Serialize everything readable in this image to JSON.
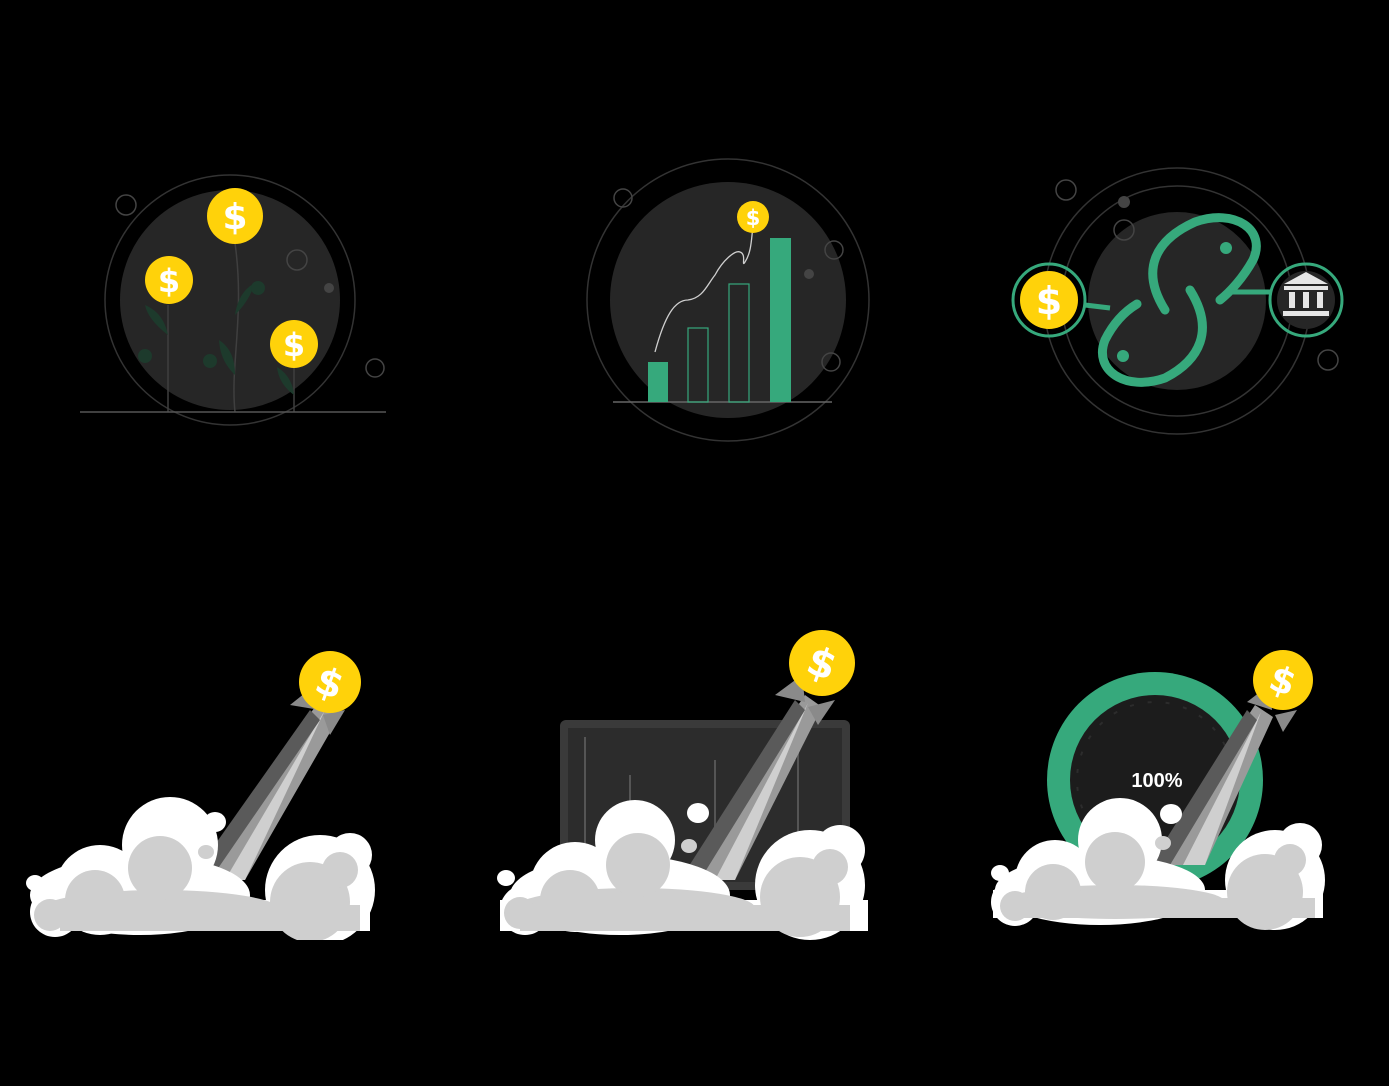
{
  "colors": {
    "background": "#000000",
    "coin": "#ffd20a",
    "coin_text": "#ffffff",
    "accent_green": "#36a97c",
    "disc": "#262626",
    "ring": "#3a3a3a",
    "cloud": "#ffffff",
    "cloud_shade": "#cfcfcf"
  },
  "icons": [
    "money-tree-illustration",
    "growth-bar-chart-illustration",
    "payment-link-illustration",
    "coin-rocket-launch-illustration",
    "coin-rocket-screen-illustration",
    "coin-rocket-gauge-illustration"
  ],
  "symbols": {
    "currency": "$"
  },
  "gauge": {
    "value": 1.0,
    "label": "100%"
  }
}
